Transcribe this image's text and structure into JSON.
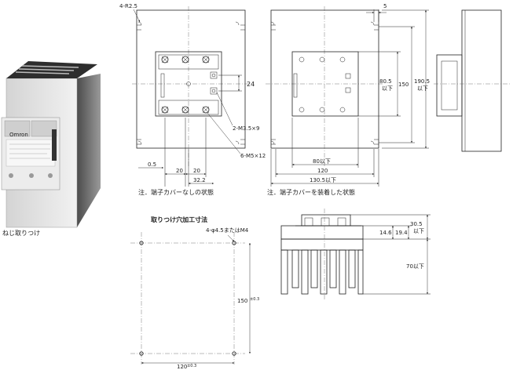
{
  "photo_caption": "ねじ取りつけ",
  "product_brand": "Omron",
  "front_view": {
    "r_label": "4-R2.5",
    "dim_24": "24",
    "screw_m35": "2-M3.5×9",
    "screw_m5": "6-M5×12",
    "dim_05": "0.5",
    "dim_20a": "20",
    "dim_20b": "20",
    "dim_322": "32.2",
    "note": "注．端子カバーなしの状態"
  },
  "cover_view": {
    "dim_5": "5",
    "dim_805": "80.5",
    "dim_805_sub": "以下",
    "dim_150": "150",
    "dim_1905": "190.5",
    "dim_1905_sub": "以下",
    "dim_80": "80以下",
    "dim_120": "120",
    "dim_1305": "130.5以下",
    "note": "注．端子カバーを装着した状態"
  },
  "mounting": {
    "title": "取りつけ穴加工寸法",
    "hole_label": "4-φ4.5またはM4",
    "dim_150": "150",
    "dim_150_tol": "±0.3",
    "dim_120": "120",
    "dim_120_tol": "±0.3"
  },
  "heatsink_view": {
    "dim_305": "30.5",
    "dim_305_sub": "以下",
    "dim_194": "19.4",
    "dim_146": "14.6",
    "dim_70": "70以下"
  }
}
